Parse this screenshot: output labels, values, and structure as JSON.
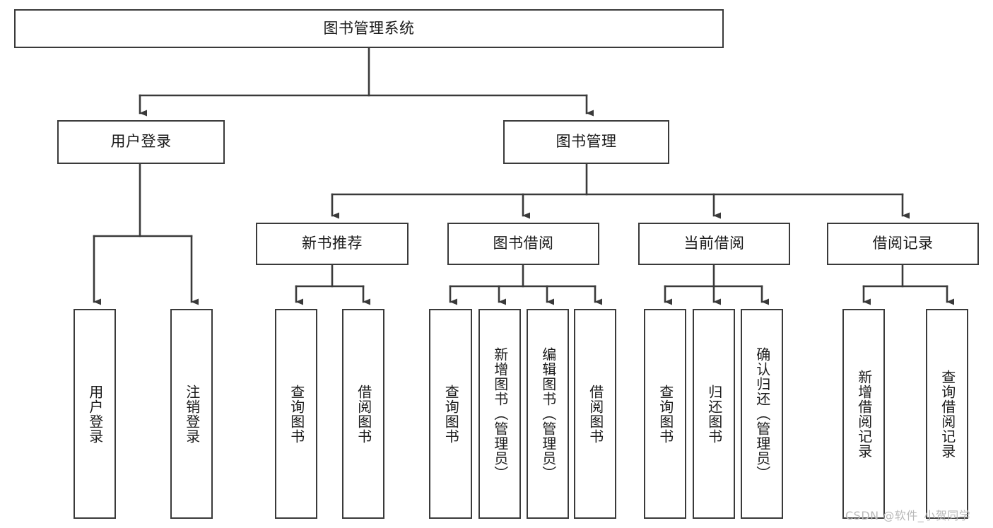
{
  "diagram": {
    "title": "图书管理系统",
    "type": "hierarchy-tree",
    "orientation": "top-down",
    "colors": {
      "box_border": "#3a3a3a",
      "box_fill": "#ffffff",
      "connector": "#3a3a3a",
      "text": "#1b1b1b",
      "watermark": "#b9b9b9",
      "background": "#ffffff"
    },
    "root": {
      "label": "图书管理系统"
    },
    "level1": [
      {
        "label": "用户登录"
      },
      {
        "label": "图书管理"
      }
    ],
    "level2": [
      {
        "label": "新书推荐"
      },
      {
        "label": "图书借阅"
      },
      {
        "label": "当前借阅"
      },
      {
        "label": "借阅记录"
      }
    ],
    "leaves": {
      "user_login": [
        {
          "label": "用户登录"
        },
        {
          "label": "注销登录"
        }
      ],
      "new_book_recommend": [
        {
          "label": "查询图书"
        },
        {
          "label": "借阅图书"
        }
      ],
      "book_borrow": [
        {
          "label": "查询图书"
        },
        {
          "label": "新增图书（管理员）"
        },
        {
          "label": "编辑图书（管理员）"
        },
        {
          "label": "借阅图书"
        }
      ],
      "current_borrow": [
        {
          "label": "查询图书"
        },
        {
          "label": "归还图书"
        },
        {
          "label": "确认归还（管理员）"
        }
      ],
      "borrow_record": [
        {
          "label": "新增借阅记录"
        },
        {
          "label": "查询借阅记录"
        }
      ]
    }
  },
  "watermark": {
    "text": "CSDN @软件_小贺同学"
  }
}
